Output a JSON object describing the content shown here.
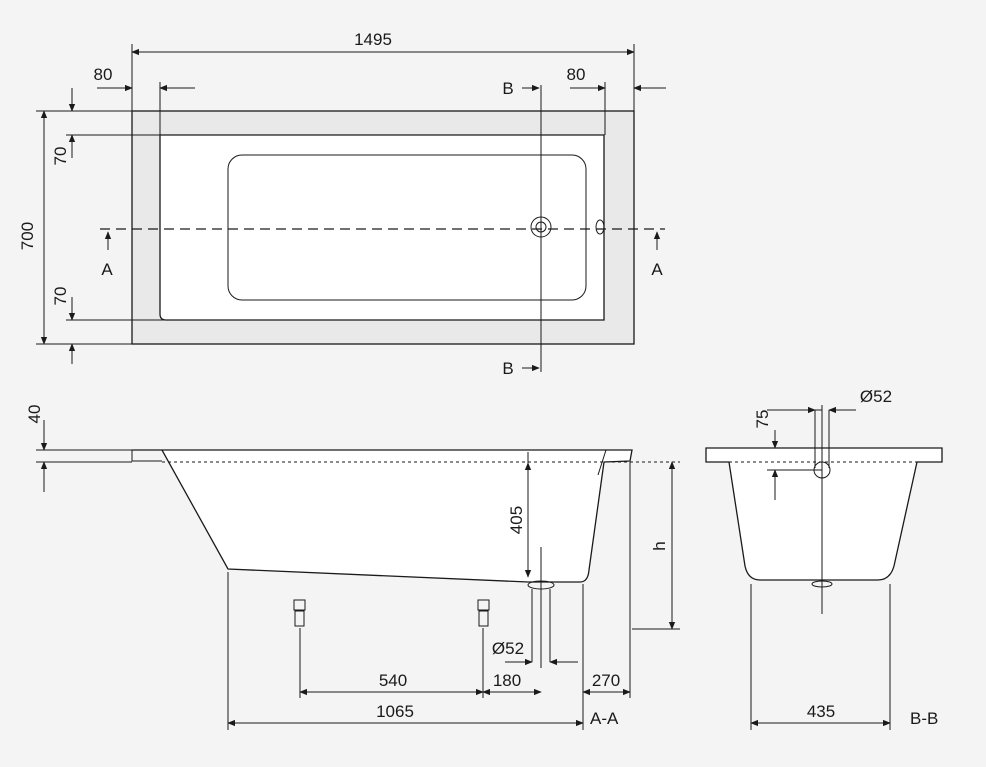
{
  "top_view": {
    "length": "1495",
    "rim_left": "80",
    "rim_right": "80",
    "width": "700",
    "rim_top": "70",
    "rim_bottom": "70",
    "section_a_left": "A",
    "section_a_right": "A",
    "section_b_top": "B",
    "section_b_bottom": "B"
  },
  "section_aa": {
    "rim_thickness": "40",
    "depth": "405",
    "height": "h",
    "drain_diameter": "Ø52",
    "dim_540": "540",
    "dim_180": "180",
    "dim_270": "270",
    "dim_1065": "1065",
    "label": "A-A"
  },
  "section_bb": {
    "dim_75": "75",
    "overflow_diameter": "Ø52",
    "dim_435": "435",
    "label": "B-B"
  },
  "colors": {
    "line": "#1a1a1a",
    "background": "#f4f4f4",
    "surface": "#ffffff",
    "rim": "#e9e9e9"
  }
}
